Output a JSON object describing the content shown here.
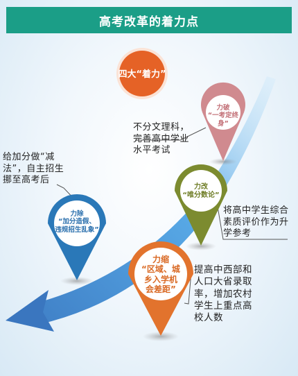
{
  "header": {
    "title": "高考改革的着力点"
  },
  "center": {
    "label": "四大“着力”"
  },
  "pins": [
    {
      "id": "p1",
      "line1": "力破",
      "line2": "“一考定终身”",
      "color": "#d08a8f"
    },
    {
      "id": "p2",
      "line1": "力改",
      "line2": "“唯分数论”",
      "color": "#7c8b2f"
    },
    {
      "id": "p3",
      "line1": "力除",
      "line2": "“加分造假、",
      "line3": "违规招生乱象”",
      "color": "#2a78b8"
    },
    {
      "id": "p4",
      "line1": "力缩",
      "line2": "“区域、城",
      "line3": "乡入学机",
      "line4": "会差距”",
      "color": "#e2732d"
    }
  ],
  "notes": [
    {
      "id": "n1",
      "lines": [
        "不分文理科，",
        "完善高中学业",
        "水平考试"
      ]
    },
    {
      "id": "n2",
      "lines": [
        "给加分做“减",
        "法”，自主招生",
        "挪至高考后"
      ]
    },
    {
      "id": "n3",
      "lines": [
        "将高中学生综合",
        "素质评价作为升",
        "学参考"
      ]
    },
    {
      "id": "n4",
      "lines": [
        "提高中西部和",
        "人口大省录取",
        "率，增加农村",
        "学生上重点高",
        "校人数"
      ]
    }
  ]
}
